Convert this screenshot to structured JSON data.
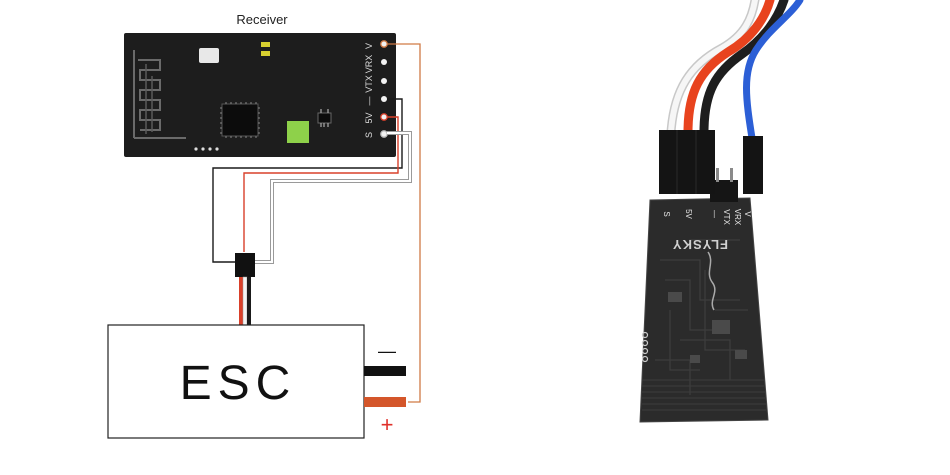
{
  "wiring_diagram": {
    "receiver_title": "Receiver",
    "pin_labels": [
      "V",
      "VRX",
      "VTX",
      "—",
      "5V",
      "S"
    ],
    "esc_label": "ESC",
    "battery_minus": "—",
    "battery_plus": "+"
  },
  "photo": {
    "board_pin_labels": [
      "V",
      "VRX",
      "VTX",
      "—",
      "5V",
      "S"
    ],
    "brand_text": "FLYSKY"
  },
  "colors": {
    "wire_red": "#d9402a",
    "wire_black": "#1a1a1a",
    "wire_white": "#eeeeee",
    "wire_blue": "#2c5fd6",
    "wire_orange": "#d07a45",
    "plus_red": "#e0302a",
    "battery_orange": "#d4562a"
  }
}
